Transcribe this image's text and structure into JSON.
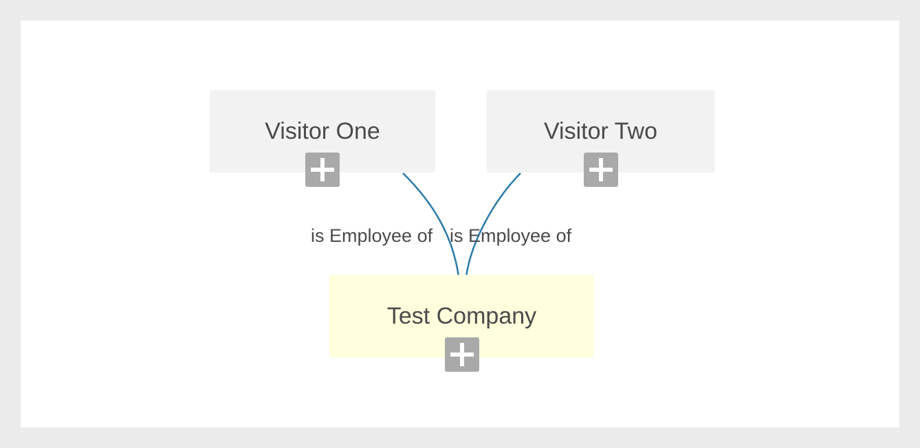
{
  "nodes": [
    {
      "id": "visitor-one",
      "label": "Visitor One",
      "color": "#f2f2f2"
    },
    {
      "id": "visitor-two",
      "label": "Visitor Two",
      "color": "#f2f2f2"
    },
    {
      "id": "test-company",
      "label": "Test Company",
      "color": "#ffffdd"
    }
  ],
  "edges": [
    {
      "from": "visitor-one",
      "to": "test-company",
      "label": "is Employee of"
    },
    {
      "from": "visitor-two",
      "to": "test-company",
      "label": "is Employee of"
    }
  ],
  "colors": {
    "background": "#ebebeb",
    "panel": "#ffffff",
    "edge": "#2a7ba8",
    "expand_button": "#a9a9a9",
    "text": "#4a4a4a"
  },
  "icons": {
    "expand": "plus-icon"
  }
}
